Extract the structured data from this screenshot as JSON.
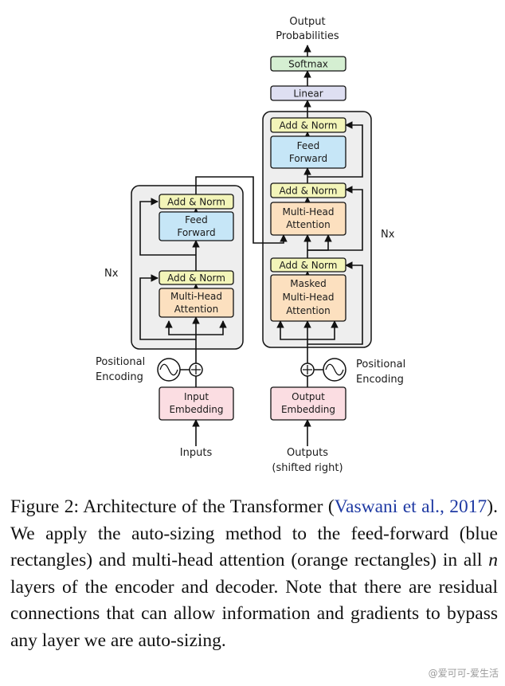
{
  "diagram": {
    "output_label_1": "Output",
    "output_label_2": "Probabilities",
    "softmax": "Softmax",
    "linear": "Linear",
    "add_norm": "Add & Norm",
    "feed_forward_1": "Feed",
    "feed_forward_2": "Forward",
    "multi_head_1": "Multi-Head",
    "multi_head_2": "Attention",
    "masked_1": "Masked",
    "masked_2": "Multi-Head",
    "masked_3": "Attention",
    "nx": "Nx",
    "positional_1": "Positional",
    "positional_2": "Encoding",
    "input_embedding_1": "Input",
    "input_embedding_2": "Embedding",
    "output_embedding_1": "Output",
    "output_embedding_2": "Embedding",
    "inputs": "Inputs",
    "outputs_1": "Outputs",
    "outputs_2": "(shifted right)"
  },
  "caption": {
    "prefix": "Figure 2:  Architecture of the Transformer (",
    "citation": "Vaswani et al., 2017",
    "middle": ").  We apply the auto-sizing method to the feed-forward (blue rectangles) and multi-head attention (orange rectangles) in all ",
    "italic_n": "n",
    "suffix": " layers of the encoder and decoder.  Note that there are residual connections that can allow information and gradients to bypass any layer we are auto-sizing."
  },
  "watermark": "@爱可可-爱生活",
  "colors": {
    "add_norm": "#f3f5b9",
    "feed_forward": "#c6e6f7",
    "attention": "#fce0bf",
    "embedding": "#fbdde2",
    "softmax": "#d5efd2",
    "linear": "#dedff2",
    "stack_bg": "#eeeeee",
    "citation": "#1f3aa3"
  }
}
